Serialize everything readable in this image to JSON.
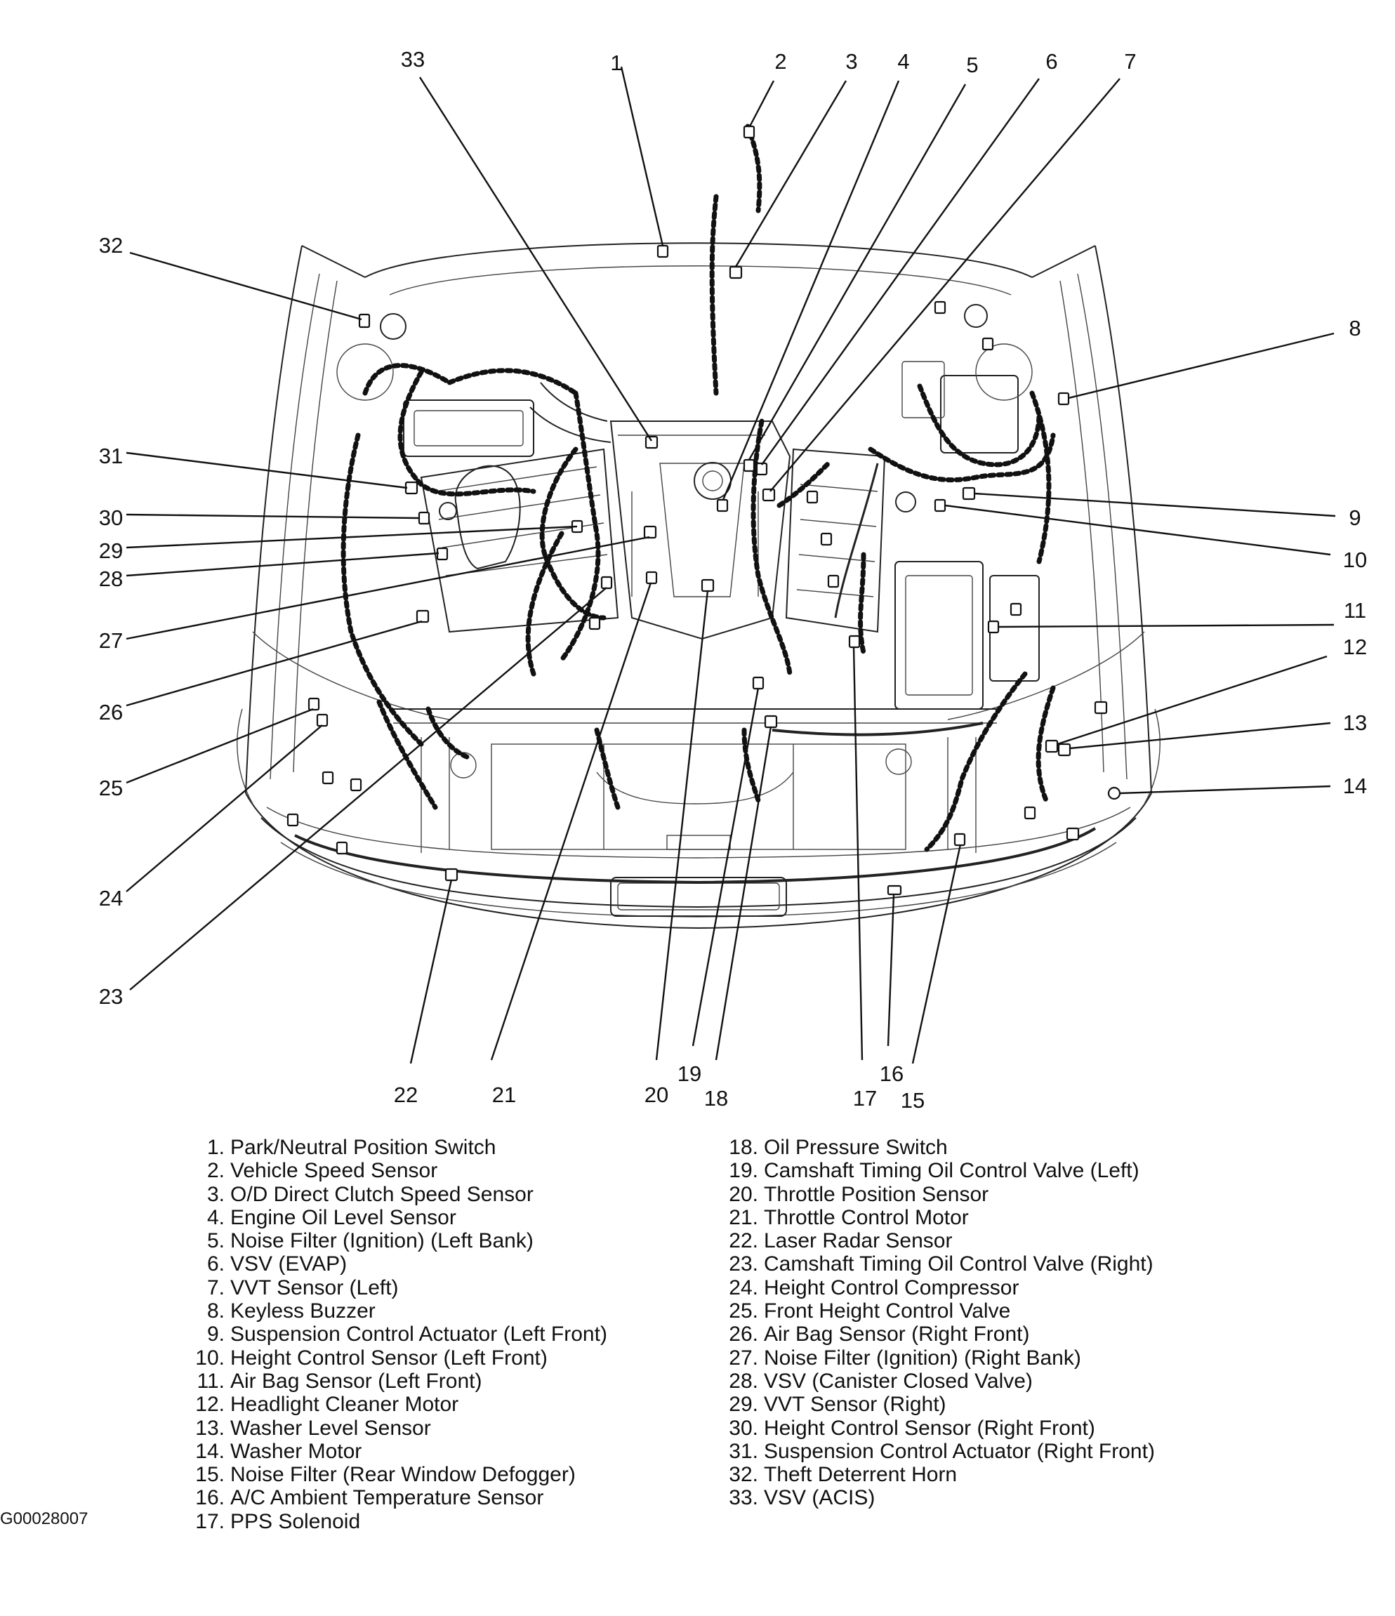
{
  "figure_id": "G00028007",
  "callout_numbers": [
    "1",
    "2",
    "3",
    "4",
    "5",
    "6",
    "7",
    "8",
    "9",
    "10",
    "11",
    "12",
    "13",
    "14",
    "15",
    "16",
    "17",
    "18",
    "19",
    "20",
    "21",
    "22",
    "23",
    "24",
    "25",
    "26",
    "27",
    "28",
    "29",
    "30",
    "31",
    "32",
    "33"
  ],
  "legend_left": [
    {
      "num": "1.",
      "label": "Park/Neutral Position Switch"
    },
    {
      "num": "2.",
      "label": "Vehicle Speed Sensor"
    },
    {
      "num": "3.",
      "label": "O/D Direct Clutch Speed Sensor"
    },
    {
      "num": "4.",
      "label": "Engine Oil Level Sensor"
    },
    {
      "num": "5.",
      "label": "Noise Filter (Ignition) (Left Bank)"
    },
    {
      "num": "6.",
      "label": "VSV (EVAP)"
    },
    {
      "num": "7.",
      "label": "VVT Sensor (Left)"
    },
    {
      "num": "8.",
      "label": "Keyless Buzzer"
    },
    {
      "num": "9.",
      "label": "Suspension Control Actuator (Left Front)"
    },
    {
      "num": "10.",
      "label": "Height Control Sensor (Left Front)"
    },
    {
      "num": "11.",
      "label": "Air Bag Sensor (Left Front)"
    },
    {
      "num": "12.",
      "label": "Headlight Cleaner Motor"
    },
    {
      "num": "13.",
      "label": "Washer Level Sensor"
    },
    {
      "num": "14.",
      "label": "Washer Motor"
    },
    {
      "num": "15.",
      "label": "Noise Filter (Rear Window Defogger)"
    },
    {
      "num": "16.",
      "label": "A/C Ambient Temperature Sensor"
    },
    {
      "num": "17.",
      "label": "PPS Solenoid"
    }
  ],
  "legend_right": [
    {
      "num": "18.",
      "label": "Oil Pressure Switch"
    },
    {
      "num": "19.",
      "label": "Camshaft Timing Oil Control Valve (Left)"
    },
    {
      "num": "20.",
      "label": "Throttle Position Sensor"
    },
    {
      "num": "21.",
      "label": "Throttle Control Motor"
    },
    {
      "num": "22.",
      "label": "Laser Radar Sensor"
    },
    {
      "num": "23.",
      "label": "Camshaft Timing Oil Control Valve (Right)"
    },
    {
      "num": "24.",
      "label": "Height Control Compressor"
    },
    {
      "num": "25.",
      "label": "Front Height Control Valve"
    },
    {
      "num": "26.",
      "label": "Air Bag Sensor (Right Front)"
    },
    {
      "num": "27.",
      "label": "Noise Filter (Ignition) (Right Bank)"
    },
    {
      "num": "28.",
      "label": "VSV (Canister Closed Valve)"
    },
    {
      "num": "29.",
      "label": "VVT Sensor (Right)"
    },
    {
      "num": "30.",
      "label": "Height Control Sensor (Right Front)"
    },
    {
      "num": "31.",
      "label": "Suspension Control Actuator (Right Front)"
    },
    {
      "num": "32.",
      "label": "Theft Deterrent Horn"
    },
    {
      "num": "33.",
      "label": "VSV (ACIS)"
    }
  ]
}
